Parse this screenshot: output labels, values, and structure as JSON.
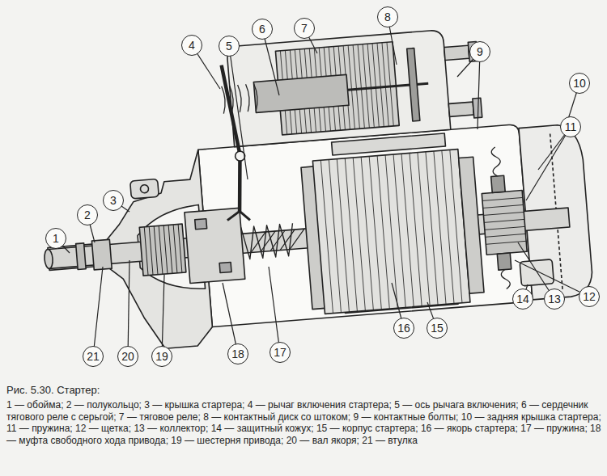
{
  "diagram": {
    "caption": "Рис. 5.30. Стартер:",
    "nodes": [
      {
        "text": [
          "8"
        ]
      },
      {
        "text": [
          "7"
        ]
      },
      {
        "text": [
          "6"
        ]
      },
      {
        "text": [
          "4"
        ]
      },
      {
        "text": [
          "5"
        ]
      },
      {
        "text": [
          "9"
        ]
      },
      {
        "text": [
          "10"
        ]
      },
      {
        "text": [
          "11"
        ]
      },
      {
        "text": [
          "3"
        ]
      },
      {
        "text": [
          "2"
        ]
      },
      {
        "text": [
          "1"
        ]
      },
      {
        "text": [
          "14"
        ]
      },
      {
        "text": [
          "13"
        ]
      },
      {
        "text": [
          "12"
        ]
      },
      {
        "text": [
          "16"
        ]
      },
      {
        "text": [
          "15"
        ]
      },
      {
        "text": [
          "21"
        ]
      },
      {
        "text": [
          "20"
        ]
      },
      {
        "text": [
          "19"
        ]
      },
      {
        "text": [
          "18"
        ]
      },
      {
        "text": [
          "17"
        ]
      }
    ],
    "labels": [
      "1 — обойма; 2 — полукольцо; 3 — крышка стартера; 4 — рычаг включения стартера; 5 — ось рычага включения; 6 — сердечник тягового реле с серьгой; 7 — тяговое реле; 8 — контактный диск со штоком; 9 — контактные болты; 10 — задняя крышка стартера; 11 — пружина; 12 — щетка; 13 — коллектор; 14 — защитный кожух; 15 — корпус стартера; 16 — якорь стартера; 17 — пружина; 18 — муфта свободного хода привода; 19 — шестерня привода; 20 — вал якоря; 21 — втулка"
    ]
  }
}
